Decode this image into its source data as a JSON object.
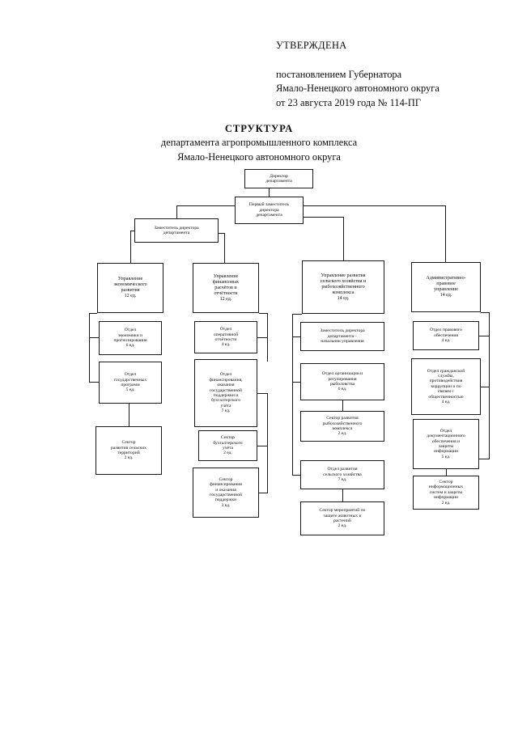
{
  "approval": {
    "title": "УТВЕРЖДЕНА",
    "line1": "постановлением Губернатора",
    "line2": "Ямало-Ненецкого автономного округа",
    "line3": "от 23 августа 2019 года № 114-ПГ"
  },
  "doc_title": {
    "main": "СТРУКТУРА",
    "line1": "департамента агропромышленного комплекса",
    "line2": "Ямало-Ненецкого автономного округа"
  },
  "chart_data": {
    "type": "diagram",
    "title": "СТРУКТУРА департамента агропромышленного комплекса Ямало-Ненецкого автономного округа",
    "nodes": {
      "director": "Директор\nдепартамента",
      "first_deputy": "Первый заместитель\nдиректора\nдепартамента",
      "deputy": "Заместитель директора\nдепартамента",
      "col1_head": "Управление\nэкономического\nразвития\n12 ед.",
      "col1_a": "Отдел\nэкономики и\nпрогнозирования\n6 ед.",
      "col1_b": "Отдел\nгосударственных\nпрограмм\n5 ед.",
      "col1_c": "Сектор\nразвития сельских\nтерриторий\n2 ед.",
      "col2_head": "Управление\nфинансовых\nрасчётов и\nотчётности\n12 ед.",
      "col2_a": "Отдел\nоперативной\nотчётности\n4 ед.",
      "col2_b": "Отдел\nфинансирования,\nоказания\nгосударственной\nподдержки и\nбухгалтерского\nучёта\n7 ед.",
      "col2_c": "Сектор\nбухгалтерского\nучёта\n2 ед.",
      "col2_d": "Сектор\nфинансирования\nи оказания\nгосударственной\nподдержки\n3 ед.",
      "col3_head": "Управление развития\nсельского хозяйства и\nрыбохозяйственного\nкомплекса\n14 ед.",
      "col3_a": "Заместитель директора\nдепартамента –\nначальник управления",
      "col3_b": "Отдел организации и\nрегулирования\nрыболовства\n6 ед.",
      "col3_c": "Сектор развития\nрыбохозяйственного\nкомплекса\n2 ед.",
      "col3_d": "Отдел развития\nсельского хозяйства\n7 ед.",
      "col3_e": "Сектор мероприятий по\nзащите животных и\nрастений\n2 ед.",
      "col4_head": "Административно-\nправовое\nуправление\n14 ед.",
      "col4_a": "Отдел правового\nобеспечения\n4 ед.",
      "col4_b": "Отдел гражданской\nслужбы,\nпротиводействия\nкоррупции  и по\nсвязям с\nобщественностью\n4 ед.",
      "col4_c": "Отдел\nдокументационного\nобеспечения и\nзащиты\nинформации\n5 ед.",
      "col4_d": "Сектор\nинформационных\nсистем и защиты\nинформации\n2 ед."
    },
    "edges": [
      {
        "from": "director",
        "to": "first_deputy"
      },
      {
        "from": "first_deputy",
        "to": "deputy"
      },
      {
        "from": "first_deputy",
        "to": "col3_head"
      },
      {
        "from": "first_deputy",
        "to": "col4_head"
      },
      {
        "from": "deputy",
        "to": "col1_head"
      },
      {
        "from": "deputy",
        "to": "col2_head"
      },
      {
        "from": "col1_head",
        "to": "col1_a"
      },
      {
        "from": "col1_head",
        "to": "col1_b"
      },
      {
        "from": "col1_b",
        "to": "col1_c"
      },
      {
        "from": "col2_head",
        "to": "col2_a"
      },
      {
        "from": "col2_head",
        "to": "col2_b"
      },
      {
        "from": "col2_b",
        "to": "col2_c"
      },
      {
        "from": "col2_b",
        "to": "col2_d"
      },
      {
        "from": "col3_head",
        "to": "col3_a"
      },
      {
        "from": "col3_head",
        "to": "col3_b"
      },
      {
        "from": "col3_b",
        "to": "col3_c"
      },
      {
        "from": "col3_head",
        "to": "col3_d"
      },
      {
        "from": "col3_d",
        "to": "col3_e"
      },
      {
        "from": "col4_head",
        "to": "col4_a"
      },
      {
        "from": "col4_head",
        "to": "col4_b"
      },
      {
        "from": "col4_head",
        "to": "col4_c"
      },
      {
        "from": "col4_c",
        "to": "col4_d"
      }
    ]
  }
}
